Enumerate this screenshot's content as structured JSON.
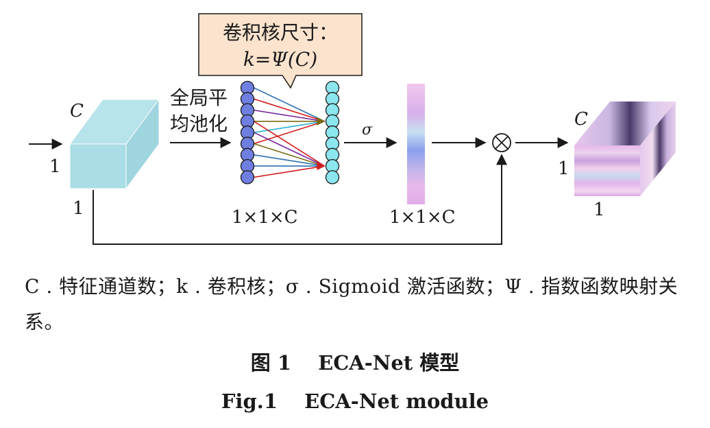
{
  "callout": {
    "line1": "卷积核尺寸：",
    "line2": "k=Ψ(C)"
  },
  "gap_label": {
    "line1": "全局平",
    "line2": "均池化"
  },
  "input_block": {
    "c_label": "C",
    "h_label": "1",
    "w_label": "1",
    "color": "#a8dce6"
  },
  "fc_label": "1×1×C",
  "sigma_label": "σ",
  "weights_label": "1×1×C",
  "multiply_symbol": "⊗",
  "output_block": {
    "c_label": "C",
    "h_label": "1",
    "w_label": "1"
  },
  "colors": {
    "left_nodes": "#6f7fe0",
    "right_nodes": "#8be6ee",
    "callout_fill": "#fbe3cd",
    "edge_blue": "#2a6fb0",
    "edge_red": "#d21c1c",
    "edge_purple": "#7a2aa0",
    "edge_olive": "#7a6a10",
    "edge_cyan": "#2ab0d0"
  },
  "legend": "C . 特征通道数；k . 卷积核；σ . Sigmoid 激活函数；Ψ . 指数函数映射关系。",
  "caption_cn": "图 1　 ECA-Net 模型",
  "caption_en": "Fig.1　 ECA-Net module"
}
